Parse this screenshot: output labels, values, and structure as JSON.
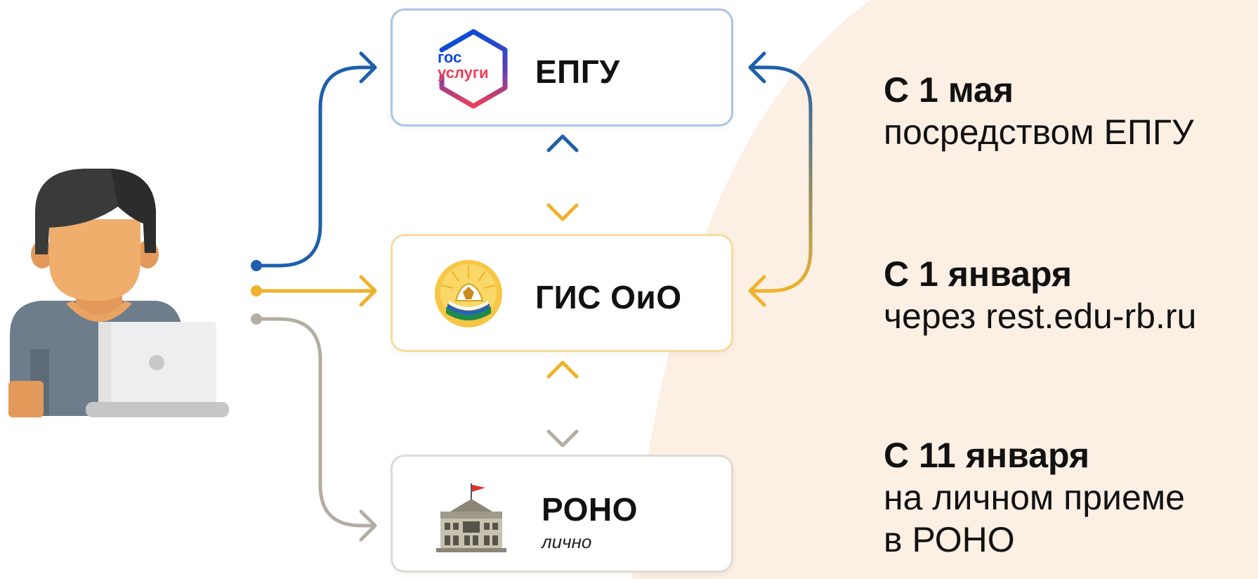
{
  "colors": {
    "blue": "#1d5faa",
    "yellow": "#eeb22c",
    "gray": "#b3ada2",
    "peach": "#fcefe3"
  },
  "boxes": {
    "epgu": {
      "title": "ЕПГУ",
      "logo_line1": "гос",
      "logo_line2": "услуги",
      "icon": "gosuslugi-logo"
    },
    "gis": {
      "title": "ГИС ОиО",
      "icon": "bashkortostan-emblem-icon"
    },
    "rono": {
      "title": "РОНО",
      "subtitle": "лично",
      "icon": "building-icon"
    }
  },
  "person_icon": "person-laptop-icon",
  "right": [
    {
      "header": "С 1 мая",
      "lines": [
        "посредством ЕПГУ"
      ]
    },
    {
      "header": "С 1 января",
      "lines": [
        "через rest.edu-rb.ru"
      ]
    },
    {
      "header": "С 11 января",
      "lines": [
        "на личном приеме",
        "в РОНО"
      ]
    }
  ]
}
